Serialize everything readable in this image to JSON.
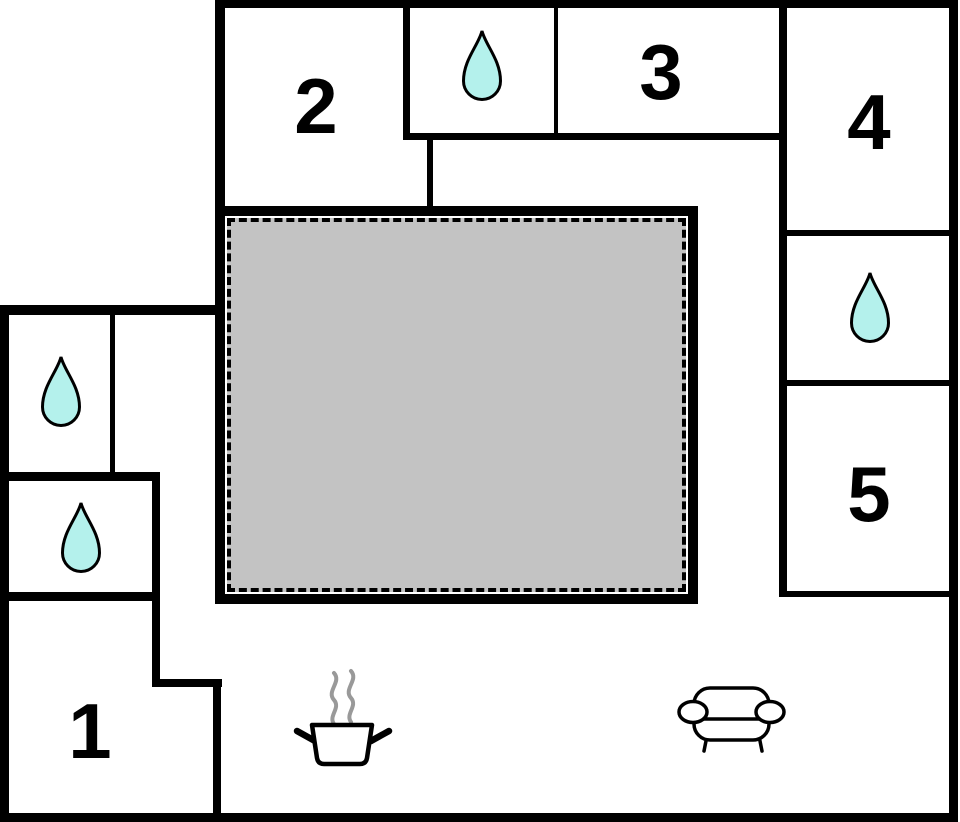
{
  "plan": {
    "rooms": [
      {
        "label": "1"
      },
      {
        "label": "2"
      },
      {
        "label": "3"
      },
      {
        "label": "4"
      },
      {
        "label": "5"
      }
    ],
    "water_drop_count": 4,
    "icons": [
      "water-drop-icon",
      "cooking-pot-icon",
      "sofa-icon"
    ]
  },
  "colors": {
    "wall": "#000000",
    "background": "#ffffff",
    "terrace_fill": "#c3c3c3",
    "drop_fill": "#b4f1ec",
    "steam": "#999999"
  }
}
